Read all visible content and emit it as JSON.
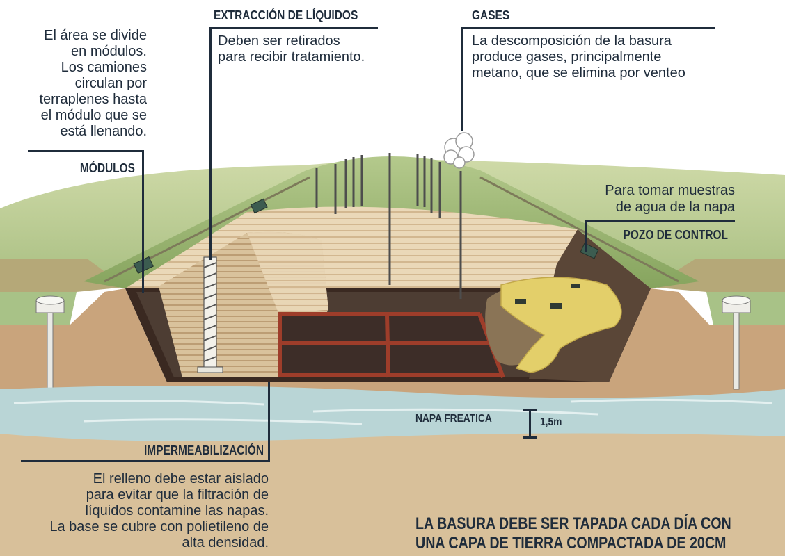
{
  "labels": {
    "extraccion": {
      "title": "EXTRACCIÓN DE LÍQUIDOS",
      "lines": [
        "Deben ser retirados",
        "para recibir tratamiento."
      ]
    },
    "gases": {
      "title": "GASES",
      "lines": [
        "La descomposición de la basura",
        "produce gases, principalmente",
        "metano, que se elimina por venteo"
      ]
    },
    "modulos": {
      "title": "MÓDULOS",
      "lines": [
        "El área se divide",
        "en módulos.",
        "Los camiones",
        "circulan por",
        "terraplenes hasta",
        "el módulo que se",
        "está llenando."
      ]
    },
    "pozo": {
      "title": "POZO DE CONTROL",
      "lines": [
        "Para tomar muestras",
        "de agua de la napa"
      ]
    },
    "napa": {
      "title": "NAPA FREATICA",
      "depth": "1,5m"
    },
    "impermeabilizacion": {
      "title": "IMPERMEABILIZACIÓN",
      "lines": [
        "El relleno debe estar aislado",
        "para evitar que la filtración de",
        "líquidos contamine las napas.",
        "La base se cubre con polietileno de",
        "alta densidad."
      ]
    },
    "footer": {
      "lines": [
        "LA BASURA DEBE SER TAPADA CADA DÍA CON",
        "UNA CAPA DE TIERRA COMPACTADA DE 20CM"
      ]
    }
  },
  "colors": {
    "ink": "#1f2c3b",
    "water": "#b9d5d6",
    "liner": "#3a2921",
    "drain_grid": "#9e3d2a",
    "cap_green": "#8fae66",
    "waste": "#e3cf6a"
  }
}
